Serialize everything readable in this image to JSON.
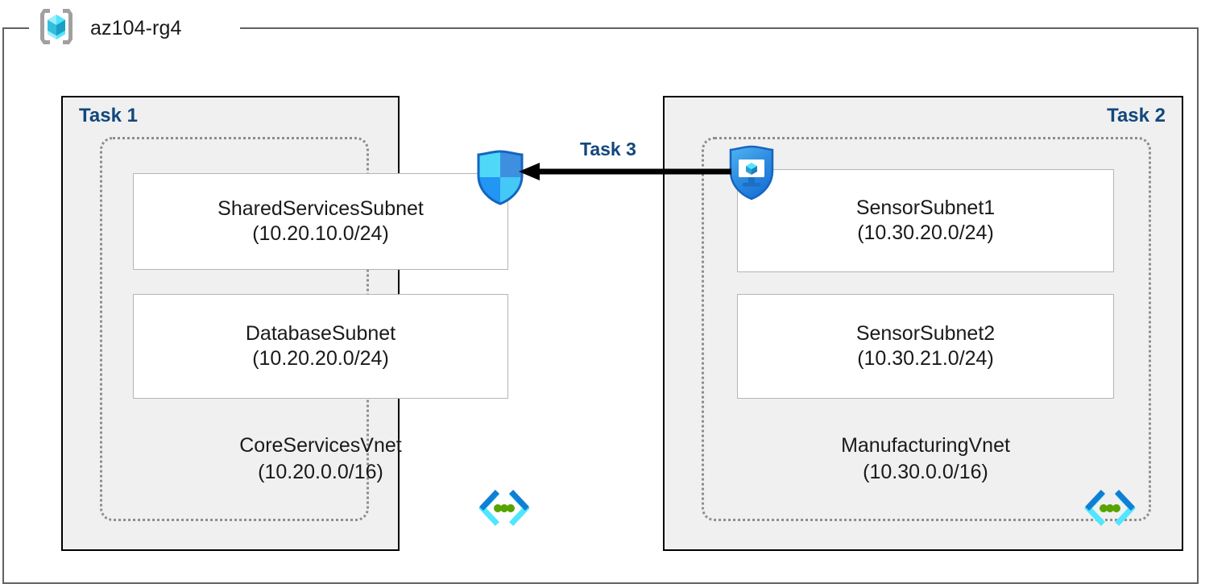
{
  "resource_group": {
    "name": "az104-rg4",
    "icon": "azure-resource-group-cube-icon"
  },
  "tasks": [
    {
      "label": "Task 1",
      "align": "left",
      "vnet": {
        "name": "CoreServicesVnet",
        "cidr": "(10.20.0.0/16)",
        "icon": "virtual-network-icon",
        "subnets": [
          {
            "name": "SharedServicesSubnet",
            "cidr": "(10.20.10.0/24)"
          },
          {
            "name": "DatabaseSubnet",
            "cidr": "(10.20.20.0/24)"
          }
        ]
      },
      "attached_icon": "network-security-group-shield-icon"
    },
    {
      "label": "Task 2",
      "align": "right",
      "vnet": {
        "name": "ManufacturingVnet",
        "cidr": "(10.30.0.0/16)",
        "icon": "virtual-network-icon",
        "subnets": [
          {
            "name": "SensorSubnet1",
            "cidr": "(10.30.20.0/24)"
          },
          {
            "name": "SensorSubnet2",
            "cidr": "(10.30.21.0/24)"
          }
        ]
      },
      "attached_icon": "network-watcher-shield-monitor-icon"
    }
  ],
  "connection": {
    "label": "Task 3",
    "direction": "right-to-left",
    "icon": "arrow-left-icon"
  },
  "colors": {
    "task_label": "#12477c",
    "task_box_fill": "#f0f0f0",
    "task_box_border": "#000000",
    "vnet_border": "#8d8d8d",
    "subnet_border": "#b5b5b5",
    "rg_border": "#616161",
    "text": "#1a1a1a",
    "azure_blue": "#0f7fd4",
    "azure_cyan": "#50e6ff",
    "vnet_green": "#57a300",
    "arrow": "#000000"
  }
}
